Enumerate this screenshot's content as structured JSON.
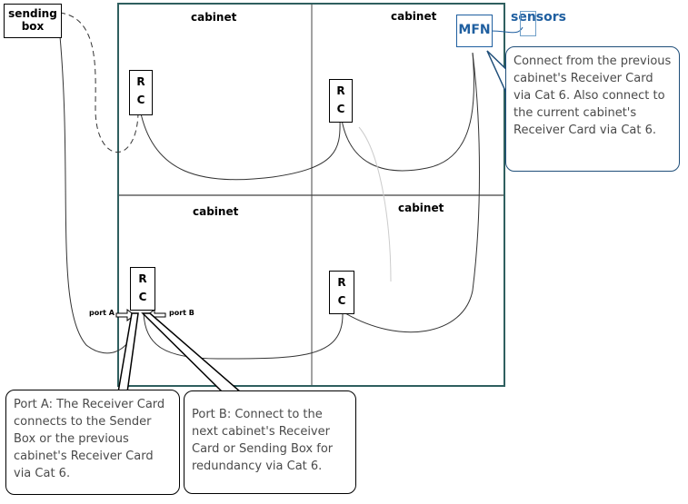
{
  "sending_box": {
    "label": "sending\nbox"
  },
  "cabinets": [
    {
      "label": "cabinet"
    },
    {
      "label": "cabinet"
    },
    {
      "label": "cabinet"
    },
    {
      "label": "cabinet"
    }
  ],
  "receiver_card": {
    "line1": "R",
    "line2": "C"
  },
  "mfn": {
    "label": "MFN"
  },
  "sensors": {
    "label": "sensors"
  },
  "ports": {
    "a": "port A",
    "b": "port B"
  },
  "callouts": {
    "mfn": "Connect from the previous cabinet's Receiver Card via Cat 6. Also connect to the current cabinet's Receiver Card via Cat 6.",
    "port_a": "Port A: The Receiver Card connects to the Sender Box or the previous cabinet's Receiver Card via Cat 6.",
    "port_b": "Port B: Connect to the next cabinet's Receiver Card or Sending Box for redundancy via Cat 6."
  },
  "colors": {
    "frame": "#2f5f5f",
    "accent": "#1f5fa0",
    "callout_border": "#1f4e79"
  }
}
